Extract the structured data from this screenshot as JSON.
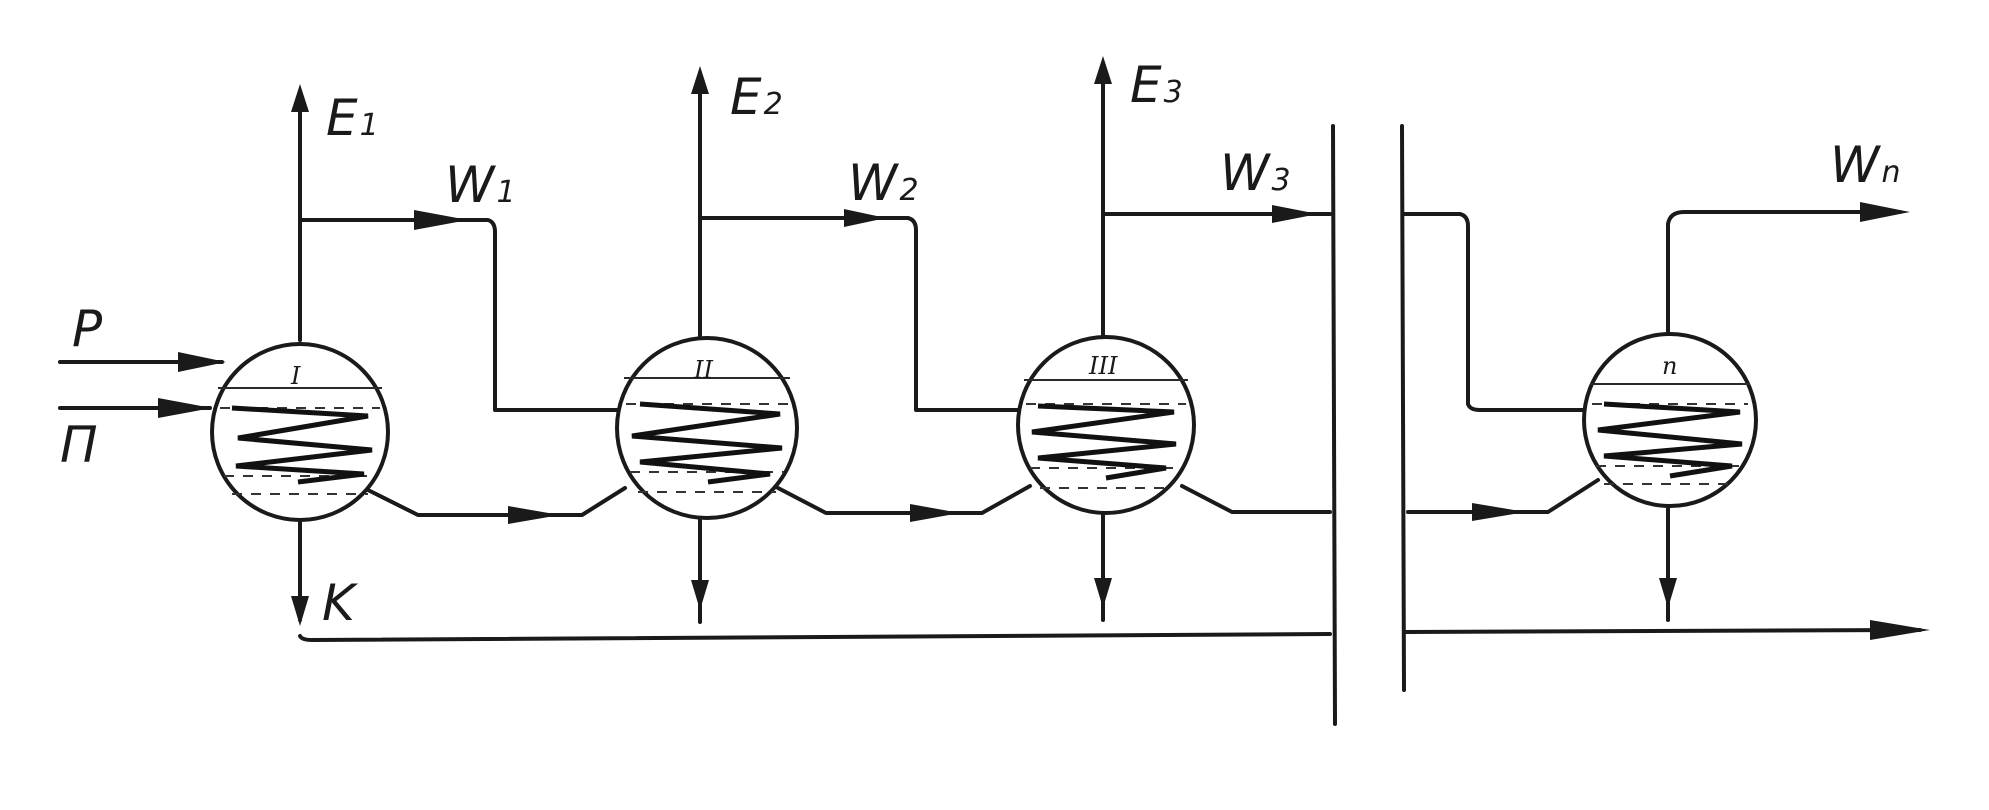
{
  "labels": {
    "input_top": "P",
    "input_bottom": "П",
    "condensate": "K",
    "e1": {
      "main": "E",
      "sub": "1"
    },
    "e2": {
      "main": "E",
      "sub": "2"
    },
    "e3": {
      "main": "E",
      "sub": "3"
    },
    "w1": {
      "main": "W",
      "sub": "1"
    },
    "w2": {
      "main": "W",
      "sub": "2"
    },
    "w3": {
      "main": "W",
      "sub": "3"
    },
    "wn": {
      "main": "W",
      "sub": "n"
    }
  },
  "vessels": [
    {
      "numeral": "I"
    },
    {
      "numeral": "II"
    },
    {
      "numeral": "III"
    },
    {
      "numeral": "n"
    }
  ]
}
